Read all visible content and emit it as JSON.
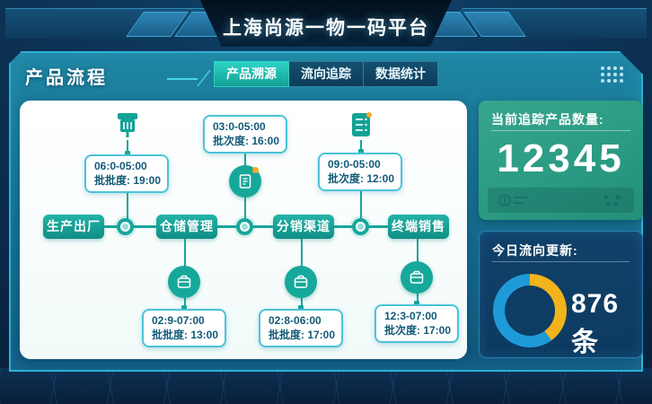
{
  "header": {
    "title": "上海尚源一物一码平台"
  },
  "panel": {
    "title": "产品流程",
    "tabs": [
      {
        "label": "产品溯源",
        "active": true
      },
      {
        "label": "流向追踪",
        "active": false
      },
      {
        "label": "数据统计",
        "active": false
      }
    ],
    "grid_icon": "grid-dots-menu"
  },
  "flow": {
    "stages": [
      {
        "label": "生产出厂"
      },
      {
        "label": "仓储管理"
      },
      {
        "label": "分销渠道"
      },
      {
        "label": "终端销售"
      }
    ],
    "top_annotations": [
      {
        "icon": "bin-icon",
        "time": "06:0-05:00",
        "batch": "批批度: 19:00"
      },
      {
        "icon": "document-icon",
        "time": "03:0-05:00",
        "batch": "批次度: 16:00"
      },
      {
        "icon": "server-icon",
        "time": "09:0-05:00",
        "batch": "批次度: 12:00"
      }
    ],
    "bottom_annotations": [
      {
        "icon": "briefcase-icon",
        "time": "02:9-07:00",
        "batch": "批批度: 13:00"
      },
      {
        "icon": "briefcase-icon",
        "time": "02:8-06:00",
        "batch": "批批度: 17:00"
      },
      {
        "icon": "briefcase-icon",
        "time": "12:3-07:00",
        "batch": "批次度: 17:00"
      }
    ]
  },
  "stats": {
    "tracking_card": {
      "title": "当前追踪产品数量:",
      "value": "12345",
      "bg": "#2f9e86"
    },
    "flow_update_card": {
      "title": "今日流向更新:",
      "value": "876条",
      "donut": {
        "yellow": "#f2b31c",
        "blue": "#1f9ad8",
        "yellow_deg": 144
      }
    }
  },
  "colors": {
    "accent_teal": "#17a69c",
    "panel_border": "#2fb0d4",
    "active_tab": "#1fc0b4",
    "background": "#0a2b4b"
  }
}
